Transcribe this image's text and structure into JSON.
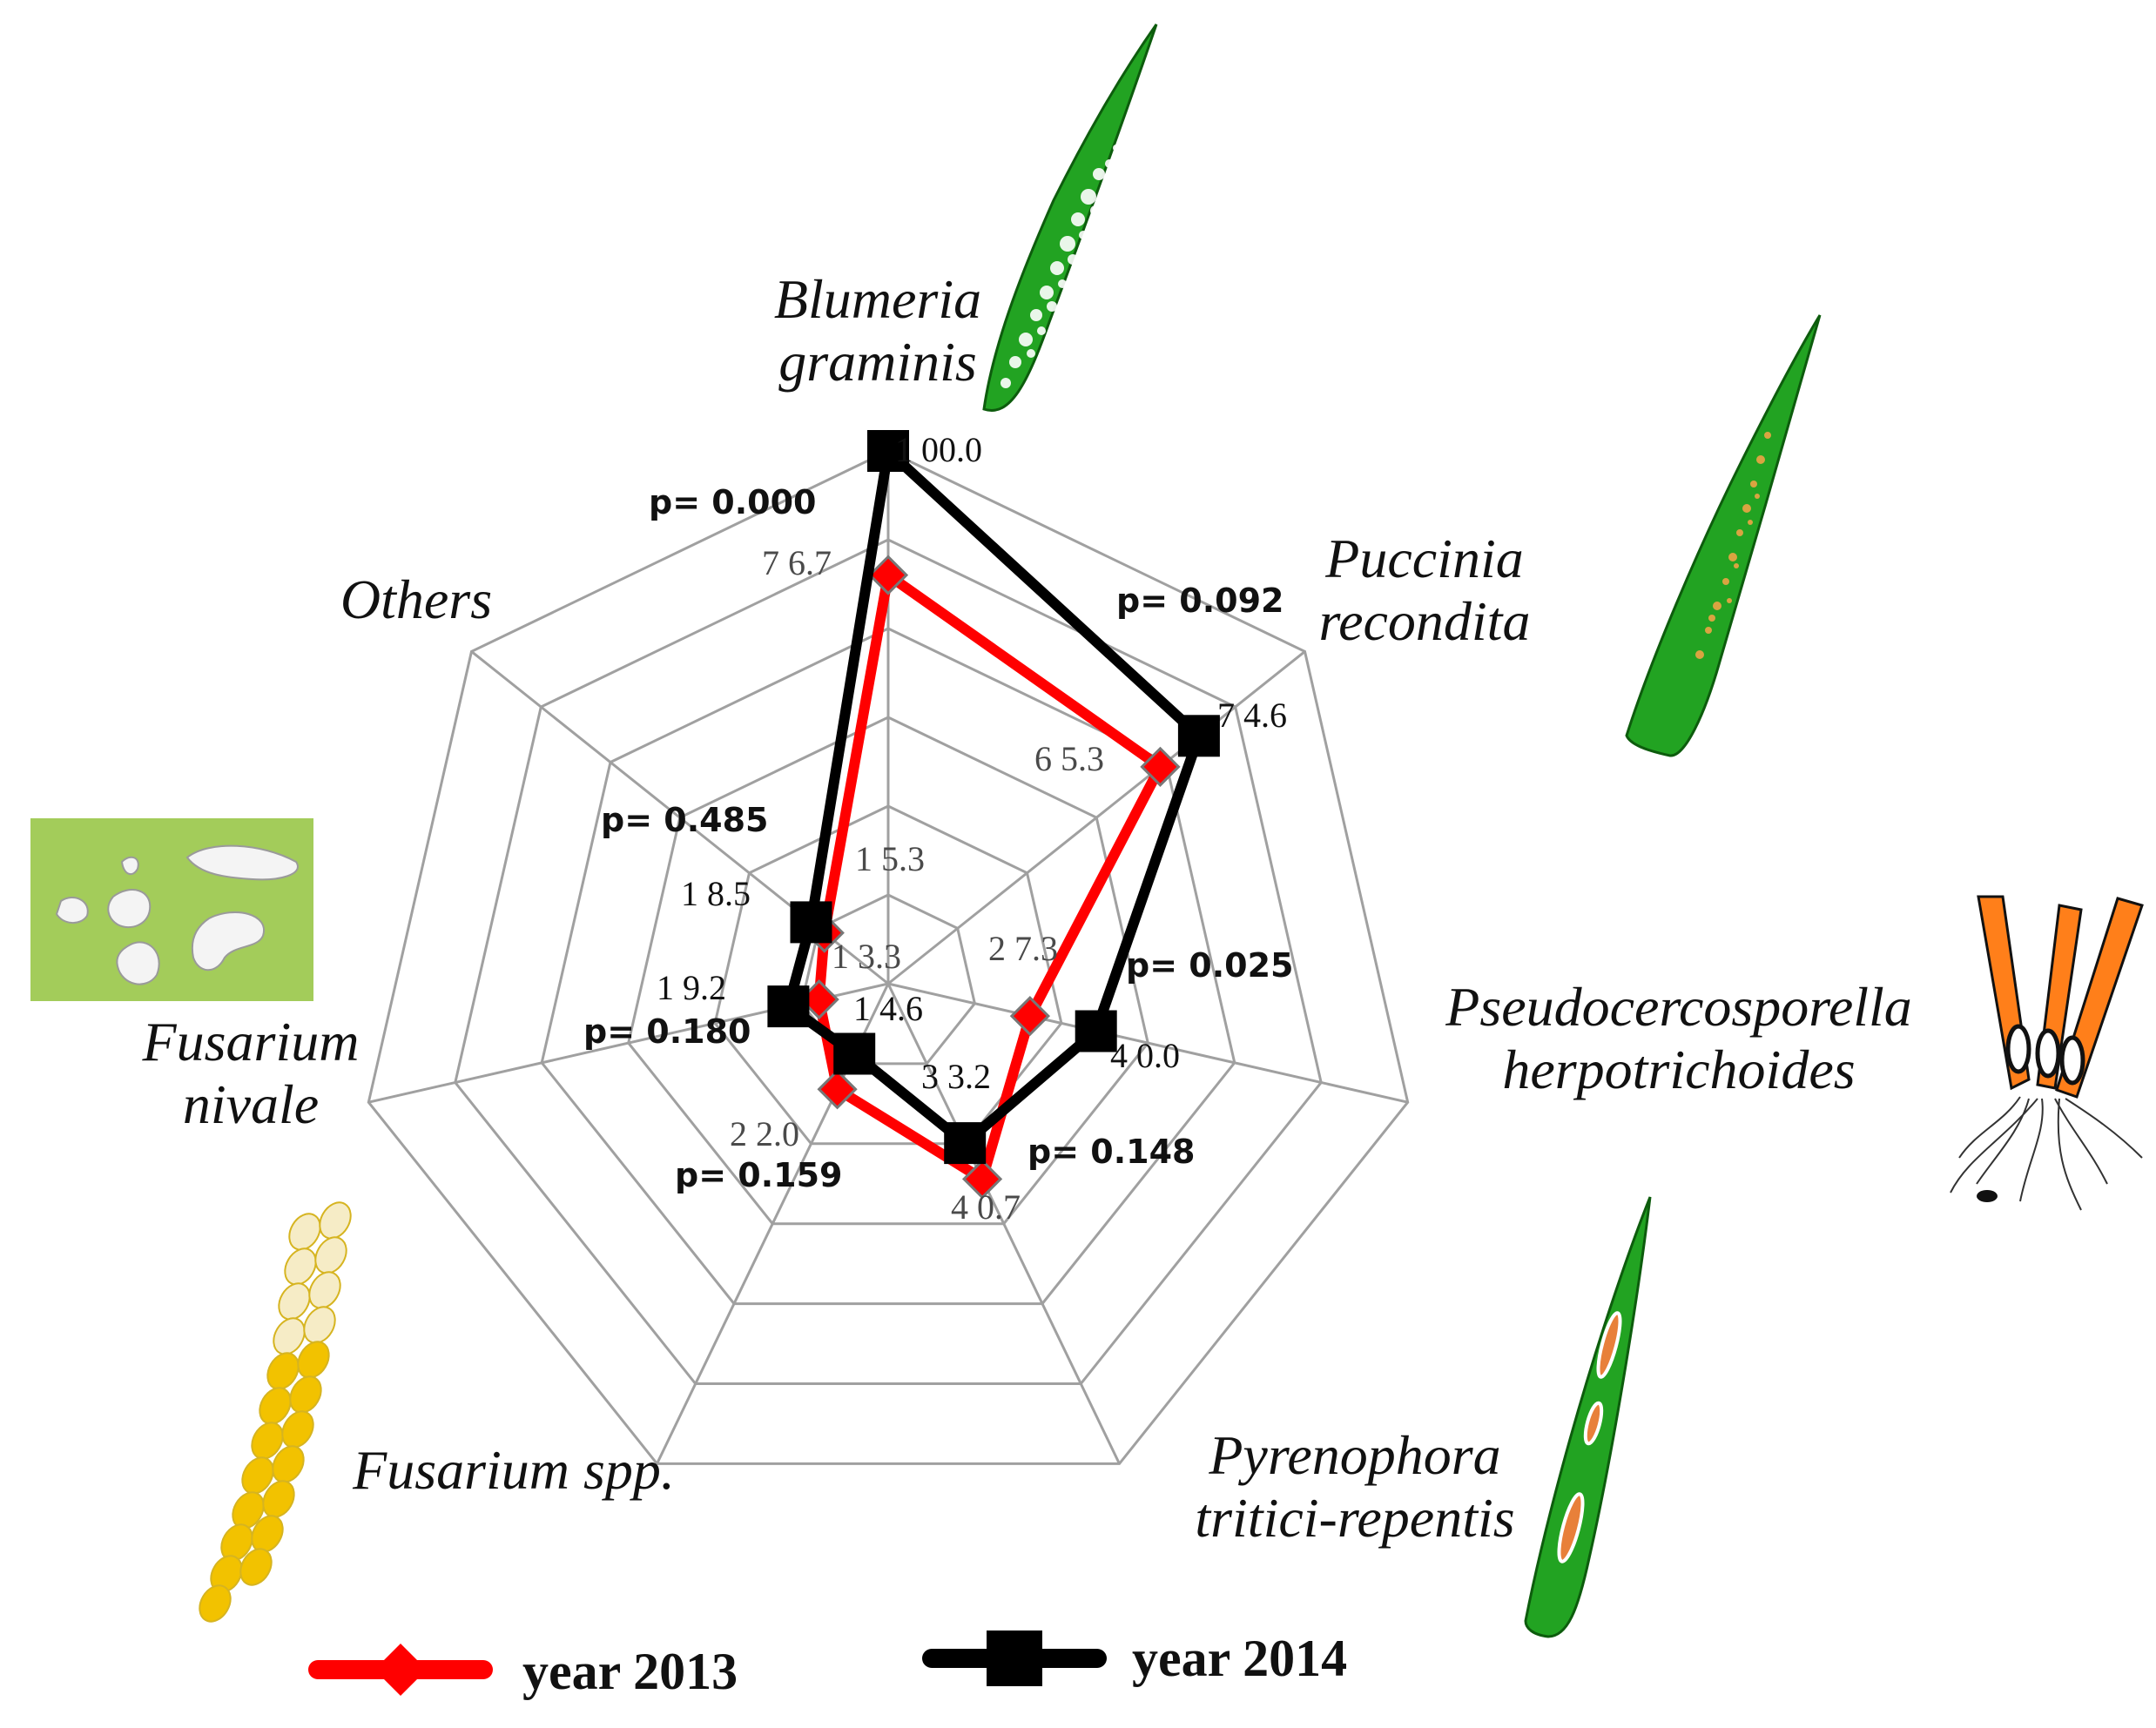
{
  "chart_data": {
    "type": "radar",
    "axes": [
      "Blumeria graminis",
      "Puccinia recondita",
      "Pseudocercosporella herpotrichoides",
      "Pyrenophora tritici-repentis",
      "Fusarium spp.",
      "Fusarium nivale",
      "Others"
    ],
    "axis_label_lines": [
      [
        "Blumeria",
        "graminis"
      ],
      [
        "Puccinia",
        "recondita"
      ],
      [
        "Pseudocercosporella",
        "herpotrichoides"
      ],
      [
        "Pyrenophora",
        "tritici-repentis"
      ],
      [
        "Fusarium spp."
      ],
      [
        "Fusarium",
        "nivale"
      ],
      [
        "Others"
      ]
    ],
    "range": [
      0,
      100
    ],
    "series": [
      {
        "name": "year 2013",
        "color": "#ff0000",
        "marker": "diamond",
        "values": [
          76.7,
          65.3,
          27.3,
          40.7,
          22.0,
          13.3,
          15.3
        ],
        "value_labels": [
          "7 6.7",
          "6 5.3",
          "2 7.3",
          "4 0.7",
          "2 2.0",
          "1 3.3",
          "1 5.3"
        ]
      },
      {
        "name": "year 2014",
        "color": "#000000",
        "marker": "square",
        "values": [
          100.0,
          74.6,
          40.0,
          33.2,
          14.6,
          19.2,
          18.5
        ],
        "value_labels": [
          "1 00.0",
          "7 4.6",
          "4 0.0",
          "3 3.2",
          "1 4.6",
          "1 9.2",
          "1 8.5"
        ]
      }
    ],
    "p_values": [
      "p= 0.000",
      "p= 0.092",
      "p= 0.025",
      "p= 0.148",
      "p= 0.159",
      "p= 0.180",
      "p= 0.485"
    ],
    "legend": {
      "items": [
        "year 2013",
        "year 2014"
      ],
      "placement": "bottom"
    },
    "grid": true,
    "grid_levels": 6
  },
  "illustrations": {
    "blumeria_icon": "powdery-mildew-leaf-icon",
    "puccinia_icon": "leaf-rust-leaf-icon",
    "pseudocercosporella_icon": "eyespot-stem-base-icon",
    "pyrenophora_icon": "tan-spot-leaf-icon",
    "fusarium_spp_icon": "fusarium-ear-icon",
    "fusarium_nivale_icon": "snow-mould-patch-icon",
    "colors": {
      "leaf_green": "#22a322",
      "leaf_dark": "#0d5c0d",
      "rust_orange": "#d9a441",
      "stem_orange": "#ff7f1a",
      "spot_orange": "#e8803a",
      "ear_yellow": "#f2c200",
      "ear_pale": "#f6ecc6",
      "patch_green": "#a3cc5a"
    }
  }
}
